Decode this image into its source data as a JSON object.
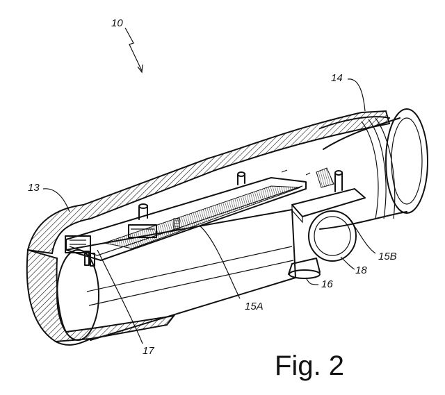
{
  "figure": {
    "caption": "Fig. 2",
    "reference_numerals": {
      "device": "10",
      "housing_rear": "13",
      "housing_front": "14",
      "board_a": "15A",
      "board_b": "15B",
      "part_16": "16",
      "part_17": "17",
      "part_18": "18"
    }
  }
}
